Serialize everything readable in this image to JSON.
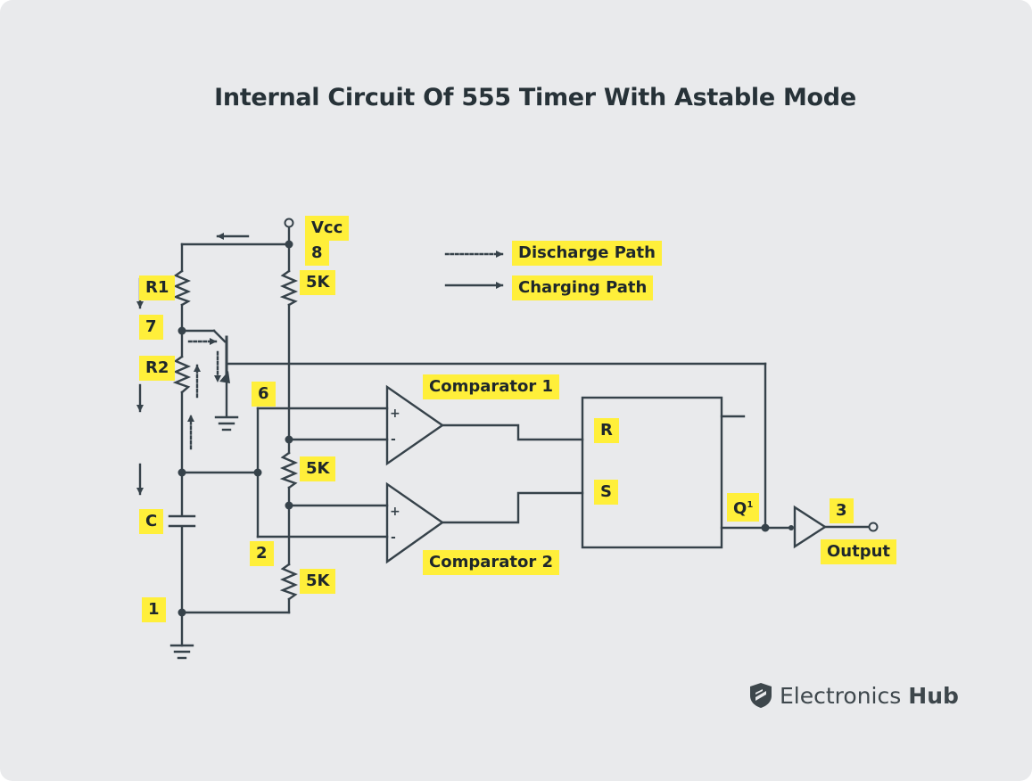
{
  "title": "Internal Circuit Of 555 Timer With Astable Mode",
  "labels": {
    "vcc": "Vcc",
    "pin8": "8",
    "r_top": "5K",
    "r_mid": "5K",
    "r_bot": "5K",
    "r1": "R1",
    "r2": "R2",
    "pin7": "7",
    "pin6": "6",
    "pin2": "2",
    "pin1": "1",
    "c": "C",
    "comp1": "Comparator 1",
    "comp2": "Comparator 2",
    "r_input": "R",
    "s_input": "S",
    "q_output": "Q",
    "q_output_sup": "1",
    "pin3": "3",
    "output": "Output"
  },
  "legend": {
    "discharge": "Discharge Path",
    "charging": "Charging Path"
  },
  "brand": {
    "name_light": "Electronics",
    "name_bold": "Hub"
  },
  "colors": {
    "background": "#e9eaec",
    "wire": "#36424a",
    "label_bg": "#ffef3a",
    "title": "#273238"
  }
}
